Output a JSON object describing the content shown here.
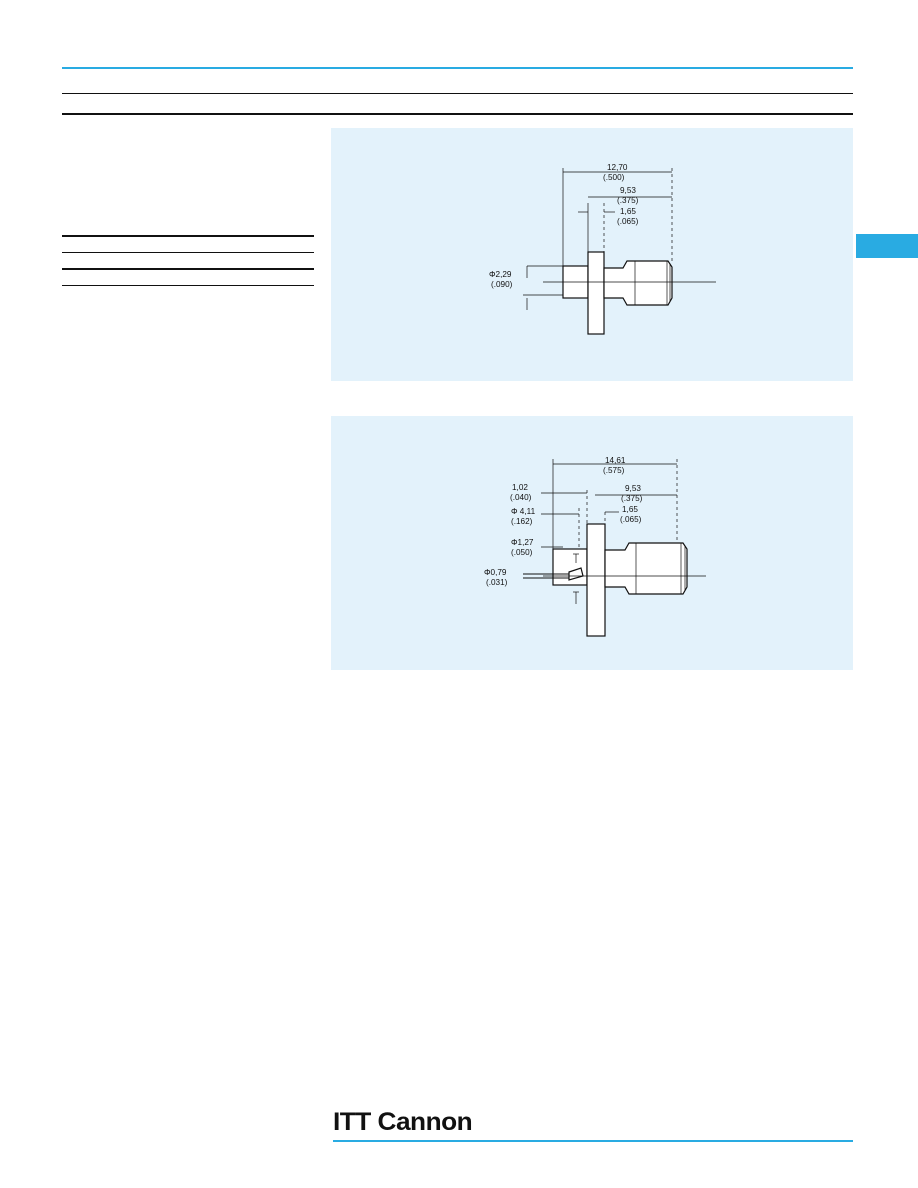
{
  "drawing1": {
    "overall_mm": "12,70",
    "overall_in": "(.500)",
    "body_mm": "9,53",
    "body_in": "(.375)",
    "flange_mm": "1,65",
    "flange_in": "(.065)",
    "dia_mm": "Φ2,29",
    "dia_in": "(.090)"
  },
  "drawing2": {
    "overall_mm": "14,61",
    "overall_in": "(.575)",
    "body_mm": "9,53",
    "body_in": "(.375)",
    "flange_mm": "1,65",
    "flange_in": "(.065)",
    "pin_len_mm": "1,02",
    "pin_len_in": "(.040)",
    "dia1_mm": "Φ 4,11",
    "dia1_in": "(.162)",
    "dia2_mm": "Φ1,27",
    "dia2_in": "(.050)",
    "dia3_mm": "Φ0,79",
    "dia3_in": "(.031)"
  },
  "footer": {
    "logo": "ITT Cannon"
  },
  "colors": {
    "accent": "#29abe2",
    "panel": "#e3f2fb"
  }
}
